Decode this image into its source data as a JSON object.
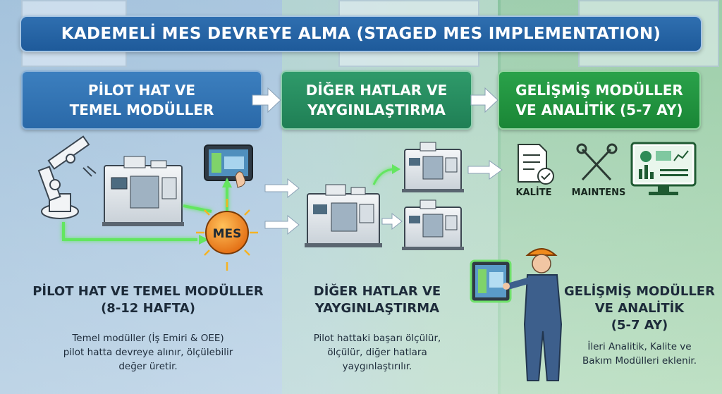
{
  "title": "KADEMELİ MES DEVREYE ALMA (STAGED MES IMPLEMENTATION)",
  "stages": [
    {
      "header": "PİLOT HAT VE\nTEMEL MODÜLLER",
      "title": "PİLOT HAT VE TEMEL MODÜLLER\n(8-12 HAFTA)",
      "description": "Temel modüller (İş Emiri & OEE)\npilot hatta devreye alınır, ölçülebilir\ndeğer üretir."
    },
    {
      "header": "DİĞER HATLAR VE\nYAYGINLAŞTIRMA",
      "title": "DİĞER HATLAR VE\nYAYGINLAŞTIRMA",
      "description": "Pilot hattaki başarı ölçülür,\nölçülür, diğer hatlara\nyaygınlaştırılır."
    },
    {
      "header": "GELİŞMİŞ MODÜLLER\nVE ANALİTİK (5-7 AY)",
      "title": "GELİŞMİŞ MODÜLLER\nVE ANALİTİK\n(5-7 AY)",
      "description": "İleri Analitik, Kalite ve\nBakım Modülleri eklenir."
    }
  ],
  "hub_label": "MES",
  "modules": {
    "quality": "KALİTE",
    "maintenance": "MAINTENS"
  },
  "colors": {
    "title_bg": "#1e5a9a",
    "stage1": "#2a69a8",
    "stage2": "#1f7f55",
    "stage3": "#1a8636",
    "mes_hub": "#f08a1c",
    "flow_glow": "#6ee86a"
  },
  "icons": [
    "robot-arm-icon",
    "cnc-machine-icon",
    "touch-tablet-icon",
    "document-check-icon",
    "tools-icon",
    "analytics-monitor-icon",
    "engineer-figure-icon"
  ]
}
